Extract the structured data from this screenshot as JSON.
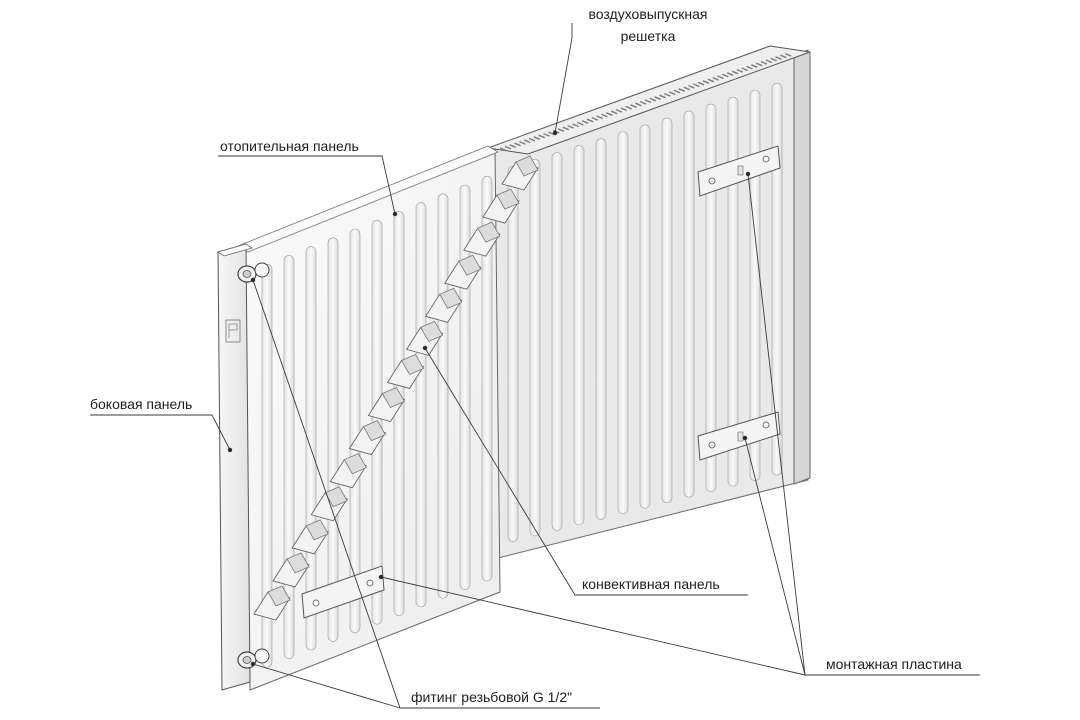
{
  "labels": {
    "air_grille_line1": "воздуховыпускная",
    "air_grille_line2": "решетка",
    "heating_panel": "отопительная панель",
    "side_panel": "боковая панель",
    "convection_panel": "конвективная панель",
    "mounting_plate": "монтажная пластина",
    "fitting": "фитинг резьбовой G 1/2\""
  },
  "colors": {
    "outline": "#5a5a5a",
    "panel_face": "#f2f2f2",
    "panel_shadow": "#d9d9d9",
    "fin": "#cfcfcf",
    "leader_line": "#3a3a3a",
    "text": "#1e1e1e"
  }
}
